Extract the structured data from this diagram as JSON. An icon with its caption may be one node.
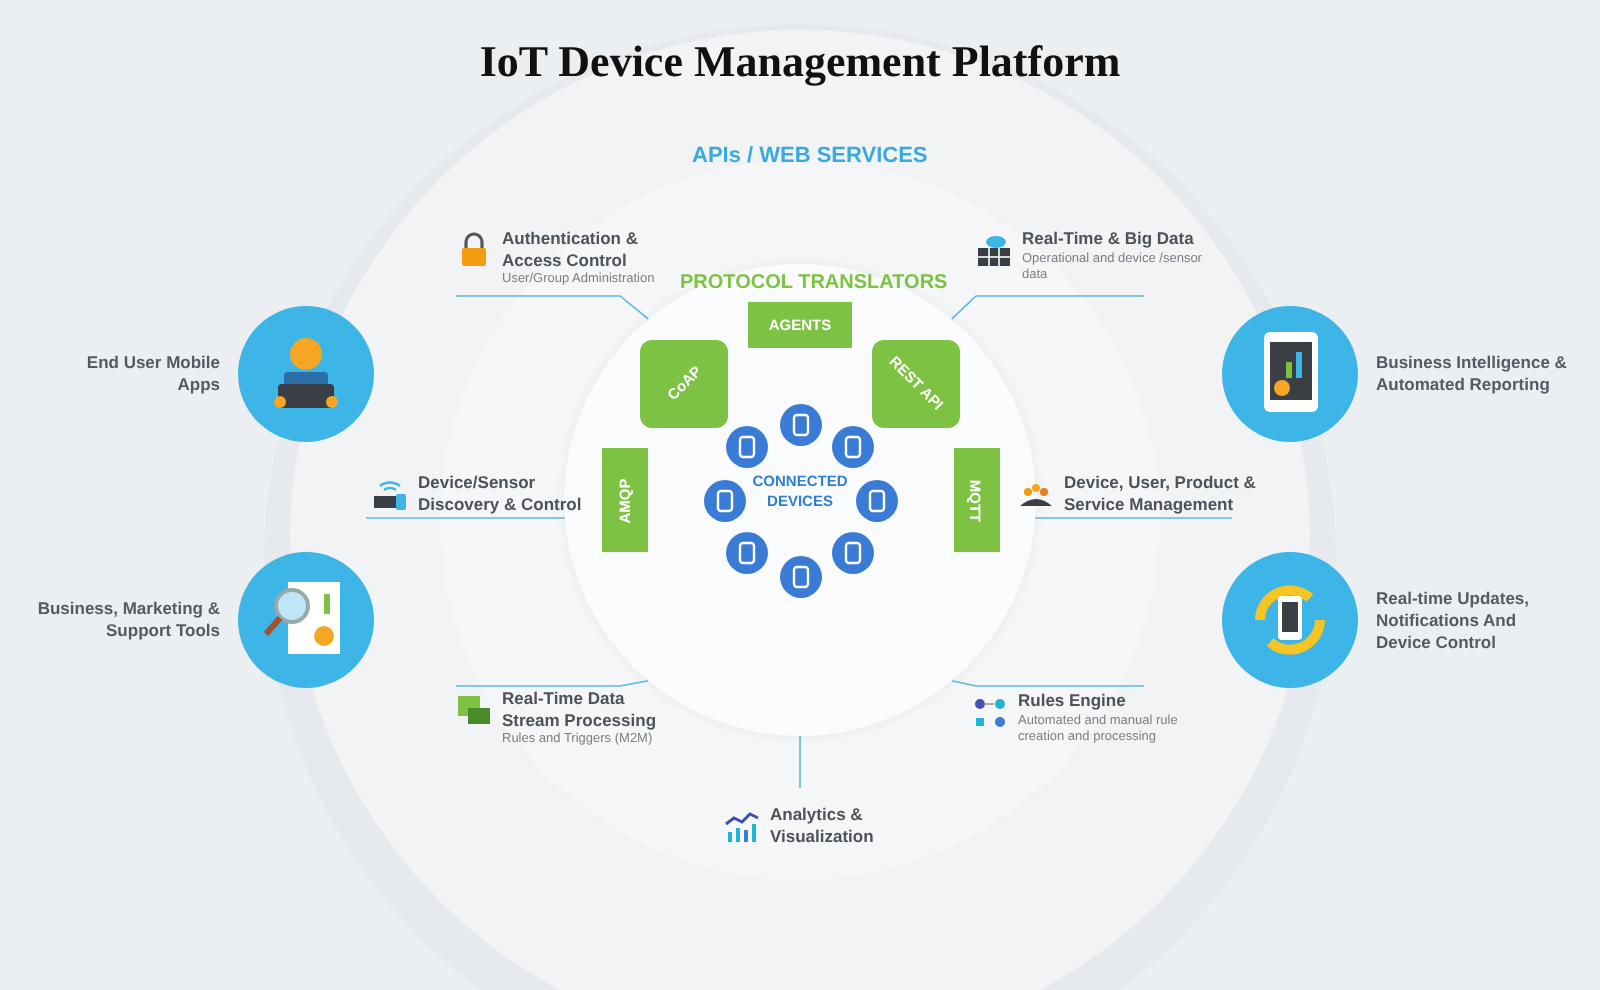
{
  "diagram": {
    "title": "IoT Device Management Platform",
    "nodes": [
      {
        "text": [
          "End User Mobile Apps"
        ]
      },
      {
        "text": [
          "Business Intelligence & Automated Reporting"
        ]
      },
      {
        "text": [
          "Business, Marketing & Support Tools"
        ]
      },
      {
        "text": [
          "Real-time Updates, Notifications And Device Control"
        ]
      },
      {
        "text": [],
        "shape": "circle"
      },
      {
        "text": [
          "CoAP"
        ],
        "in": 4
      },
      {
        "text": [
          "AGENTS"
        ],
        "in": 4
      },
      {
        "text": [
          "REST API"
        ],
        "in": 4
      },
      {
        "text": [
          "AMQP"
        ],
        "in": 4
      },
      {
        "text": [
          "MQTT"
        ],
        "in": 4
      },
      {
        "text": [
          "CONNECTED DEVICES"
        ],
        "in": 4
      },
      {
        "text": [
          "Authentication & Access Control",
          "User/Group Administration"
        ]
      },
      {
        "text": [
          "Real-Time & Big Data",
          "Operational and device /sensor data"
        ]
      },
      {
        "text": [
          "Real-Time Data Stream Processing",
          "Rules and Triggers (M2M)"
        ]
      },
      {
        "text": [
          "Rules Engine",
          "Automated and manual rule creation and processing"
        ]
      },
      {
        "text": [
          "Analytics & Visualization"
        ]
      }
    ],
    "edges": [
      {
        "from": 11,
        "to": 4,
        "arrow": "none"
      },
      {
        "from": 12,
        "to": 4,
        "arrow": "none"
      },
      {
        "from": 13,
        "to": 4,
        "arrow": "none"
      },
      {
        "from": 14,
        "to": 4,
        "arrow": "none"
      },
      {
        "from": 15,
        "to": 4,
        "arrow": "none"
      }
    ],
    "labels": [
      "APIs / WEB SERVICES",
      "PROTOCOL TRANSLATORS",
      "Device/Sensor Discovery & Control",
      "Device, User, Product & Service Management"
    ]
  }
}
